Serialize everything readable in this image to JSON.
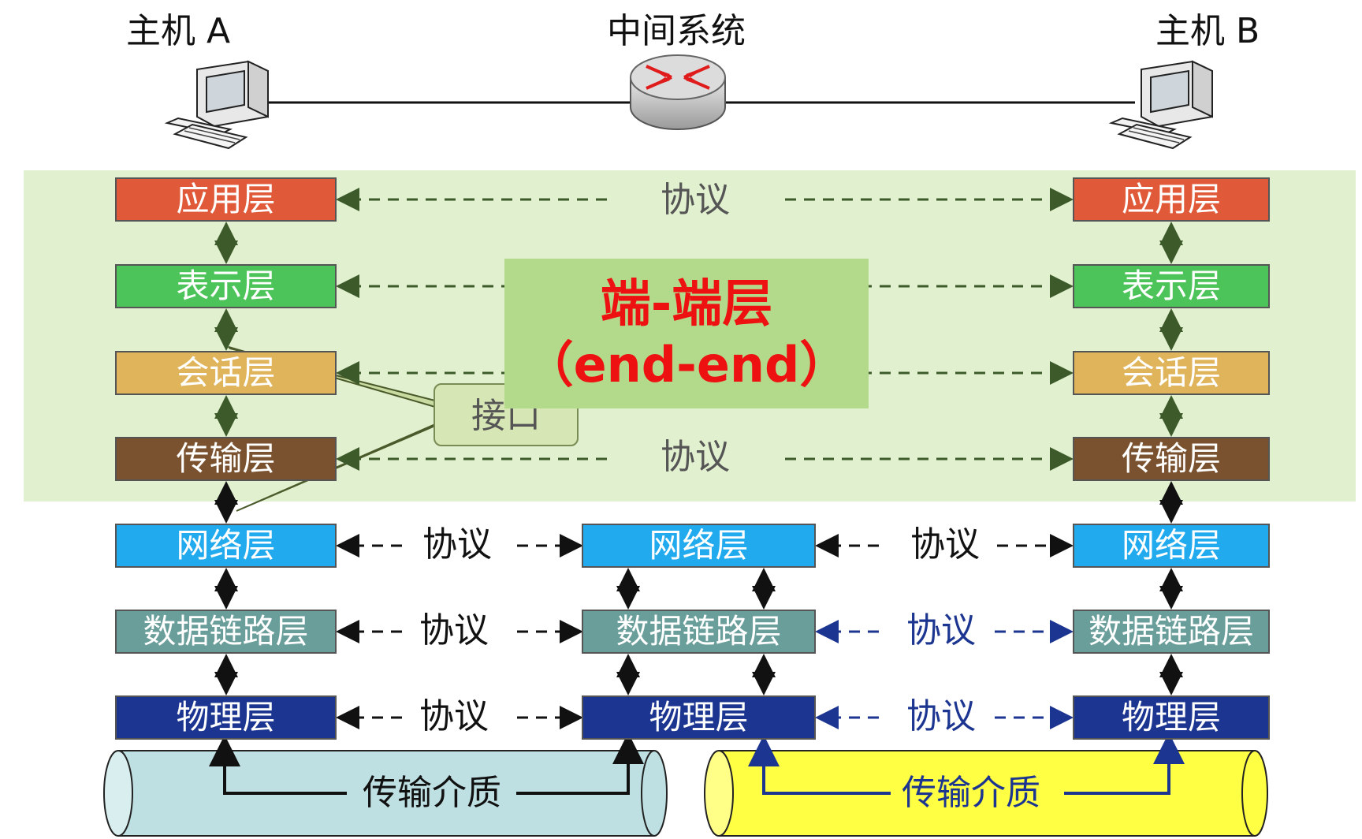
{
  "nodes": {
    "host_a": "主机 A",
    "middle": "中间系统",
    "host_b": "主机 B"
  },
  "layers": {
    "app": "应用层",
    "presentation": "表示层",
    "session": "会话层",
    "transport": "传输层",
    "network": "网络层",
    "datalink": "数据链路层",
    "physical": "物理层"
  },
  "protocol_label": "协议",
  "end_to_end": {
    "line1": "端-端层",
    "line2": "（end-end）"
  },
  "interface_label": "接口",
  "medium_label": "传输介质",
  "colors": {
    "app": "#e05a3a",
    "presentation": "#4cc45a",
    "session": "#e0b45a",
    "transport": "#7a5230",
    "network": "#22aaee",
    "datalink": "#6a9e9a",
    "physical": "#1c3590",
    "end_to_end_region": "#e1f0cf",
    "end_to_end_text": "#ee1111",
    "arrow_green": "#3d5a2a",
    "arrow_blue": "#1c3590",
    "medium_left": "#bfe0e2",
    "medium_right": "#ffff44"
  }
}
